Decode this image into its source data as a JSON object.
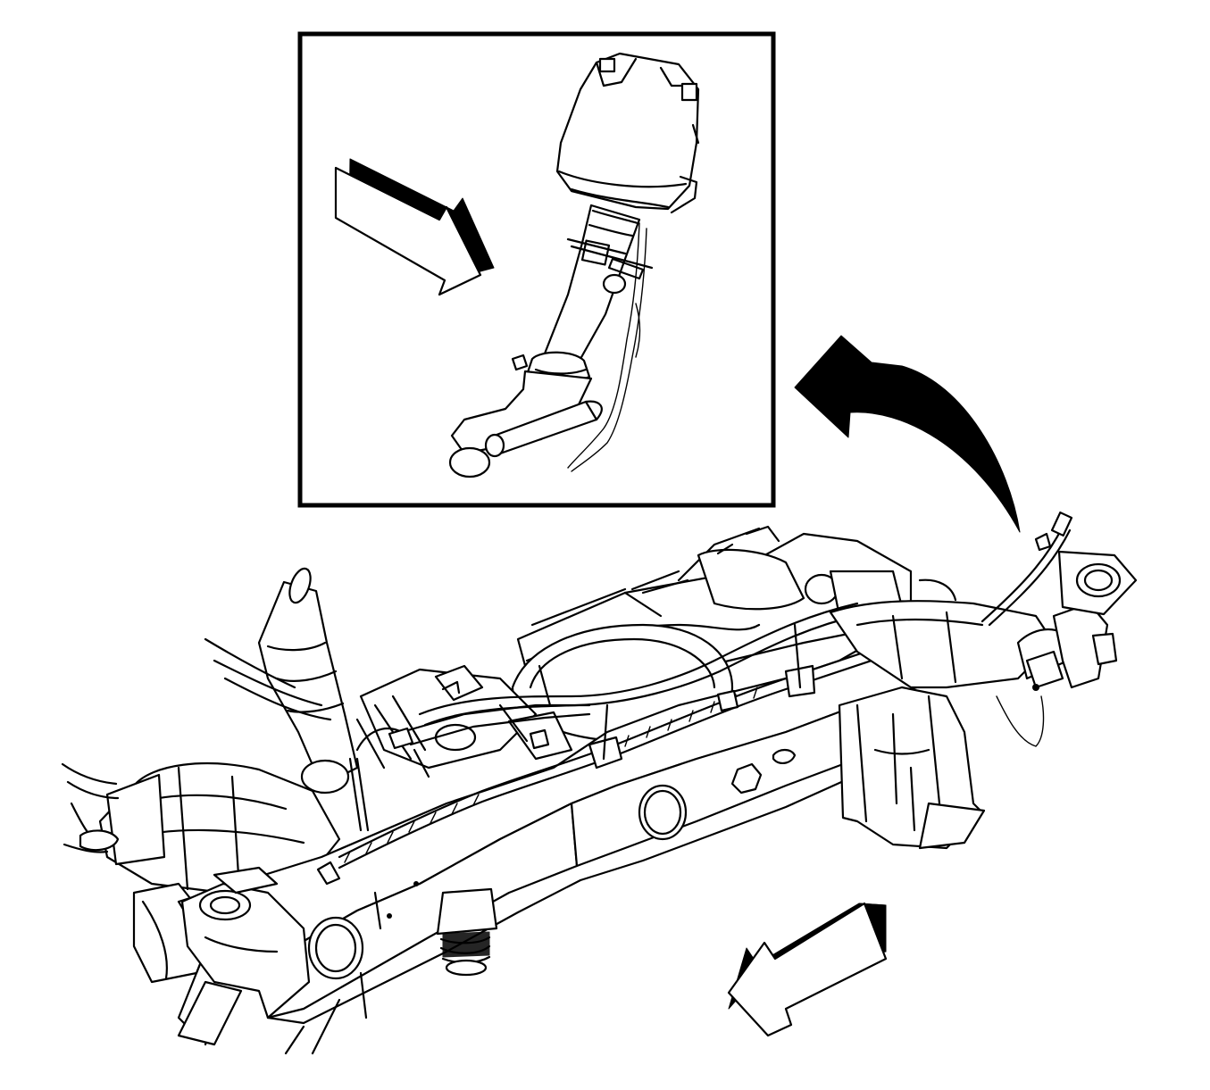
{
  "diagram": {
    "inset_view": "inset-detail",
    "icons": {
      "view_direction_arrow_inset": "view-direction-arrow",
      "callout_arrow": "curved-callout-arrow",
      "view_direction_arrow_main": "view-direction-arrow"
    },
    "colors": {
      "line": "#000000",
      "background": "#ffffff"
    }
  }
}
